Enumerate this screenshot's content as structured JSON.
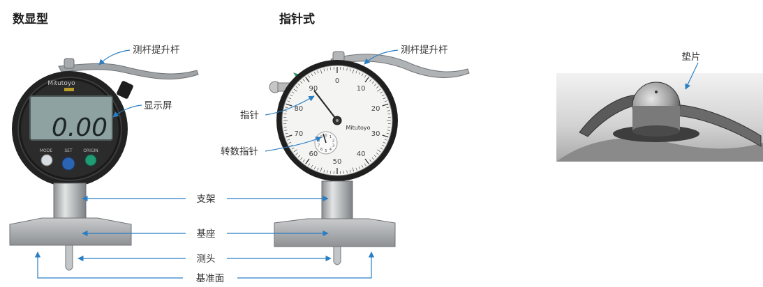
{
  "titles": {
    "digital": "数显型",
    "dial": "指针式"
  },
  "labels": {
    "lift_lever": "测杆提升杆",
    "display": "显示屏",
    "pointer": "指针",
    "revolution_pointer": "转数指针",
    "stand": "支架",
    "base": "基座",
    "probe": "测头",
    "reference_face": "基准面",
    "shim": "垫片"
  },
  "digital_gauge": {
    "brand": "Mitutoyo",
    "reading": "0.00",
    "button_labels": [
      "MODE",
      "SET",
      "ORIGIN"
    ]
  },
  "dial_gauge": {
    "brand": "Mitutoyo",
    "outer_numbers": [
      "0",
      "10",
      "20",
      "30",
      "40",
      "50",
      "60",
      "70",
      "80",
      "90"
    ],
    "inner_numbers": [
      "0",
      "1",
      "2",
      "3",
      "4",
      "5",
      "6",
      "7",
      "8",
      "9"
    ]
  },
  "colors": {
    "accent_blue": "#2a7ec4",
    "bezel": "#222222",
    "lcd": "#8fa2a2",
    "metal": "#b9bcbe"
  }
}
